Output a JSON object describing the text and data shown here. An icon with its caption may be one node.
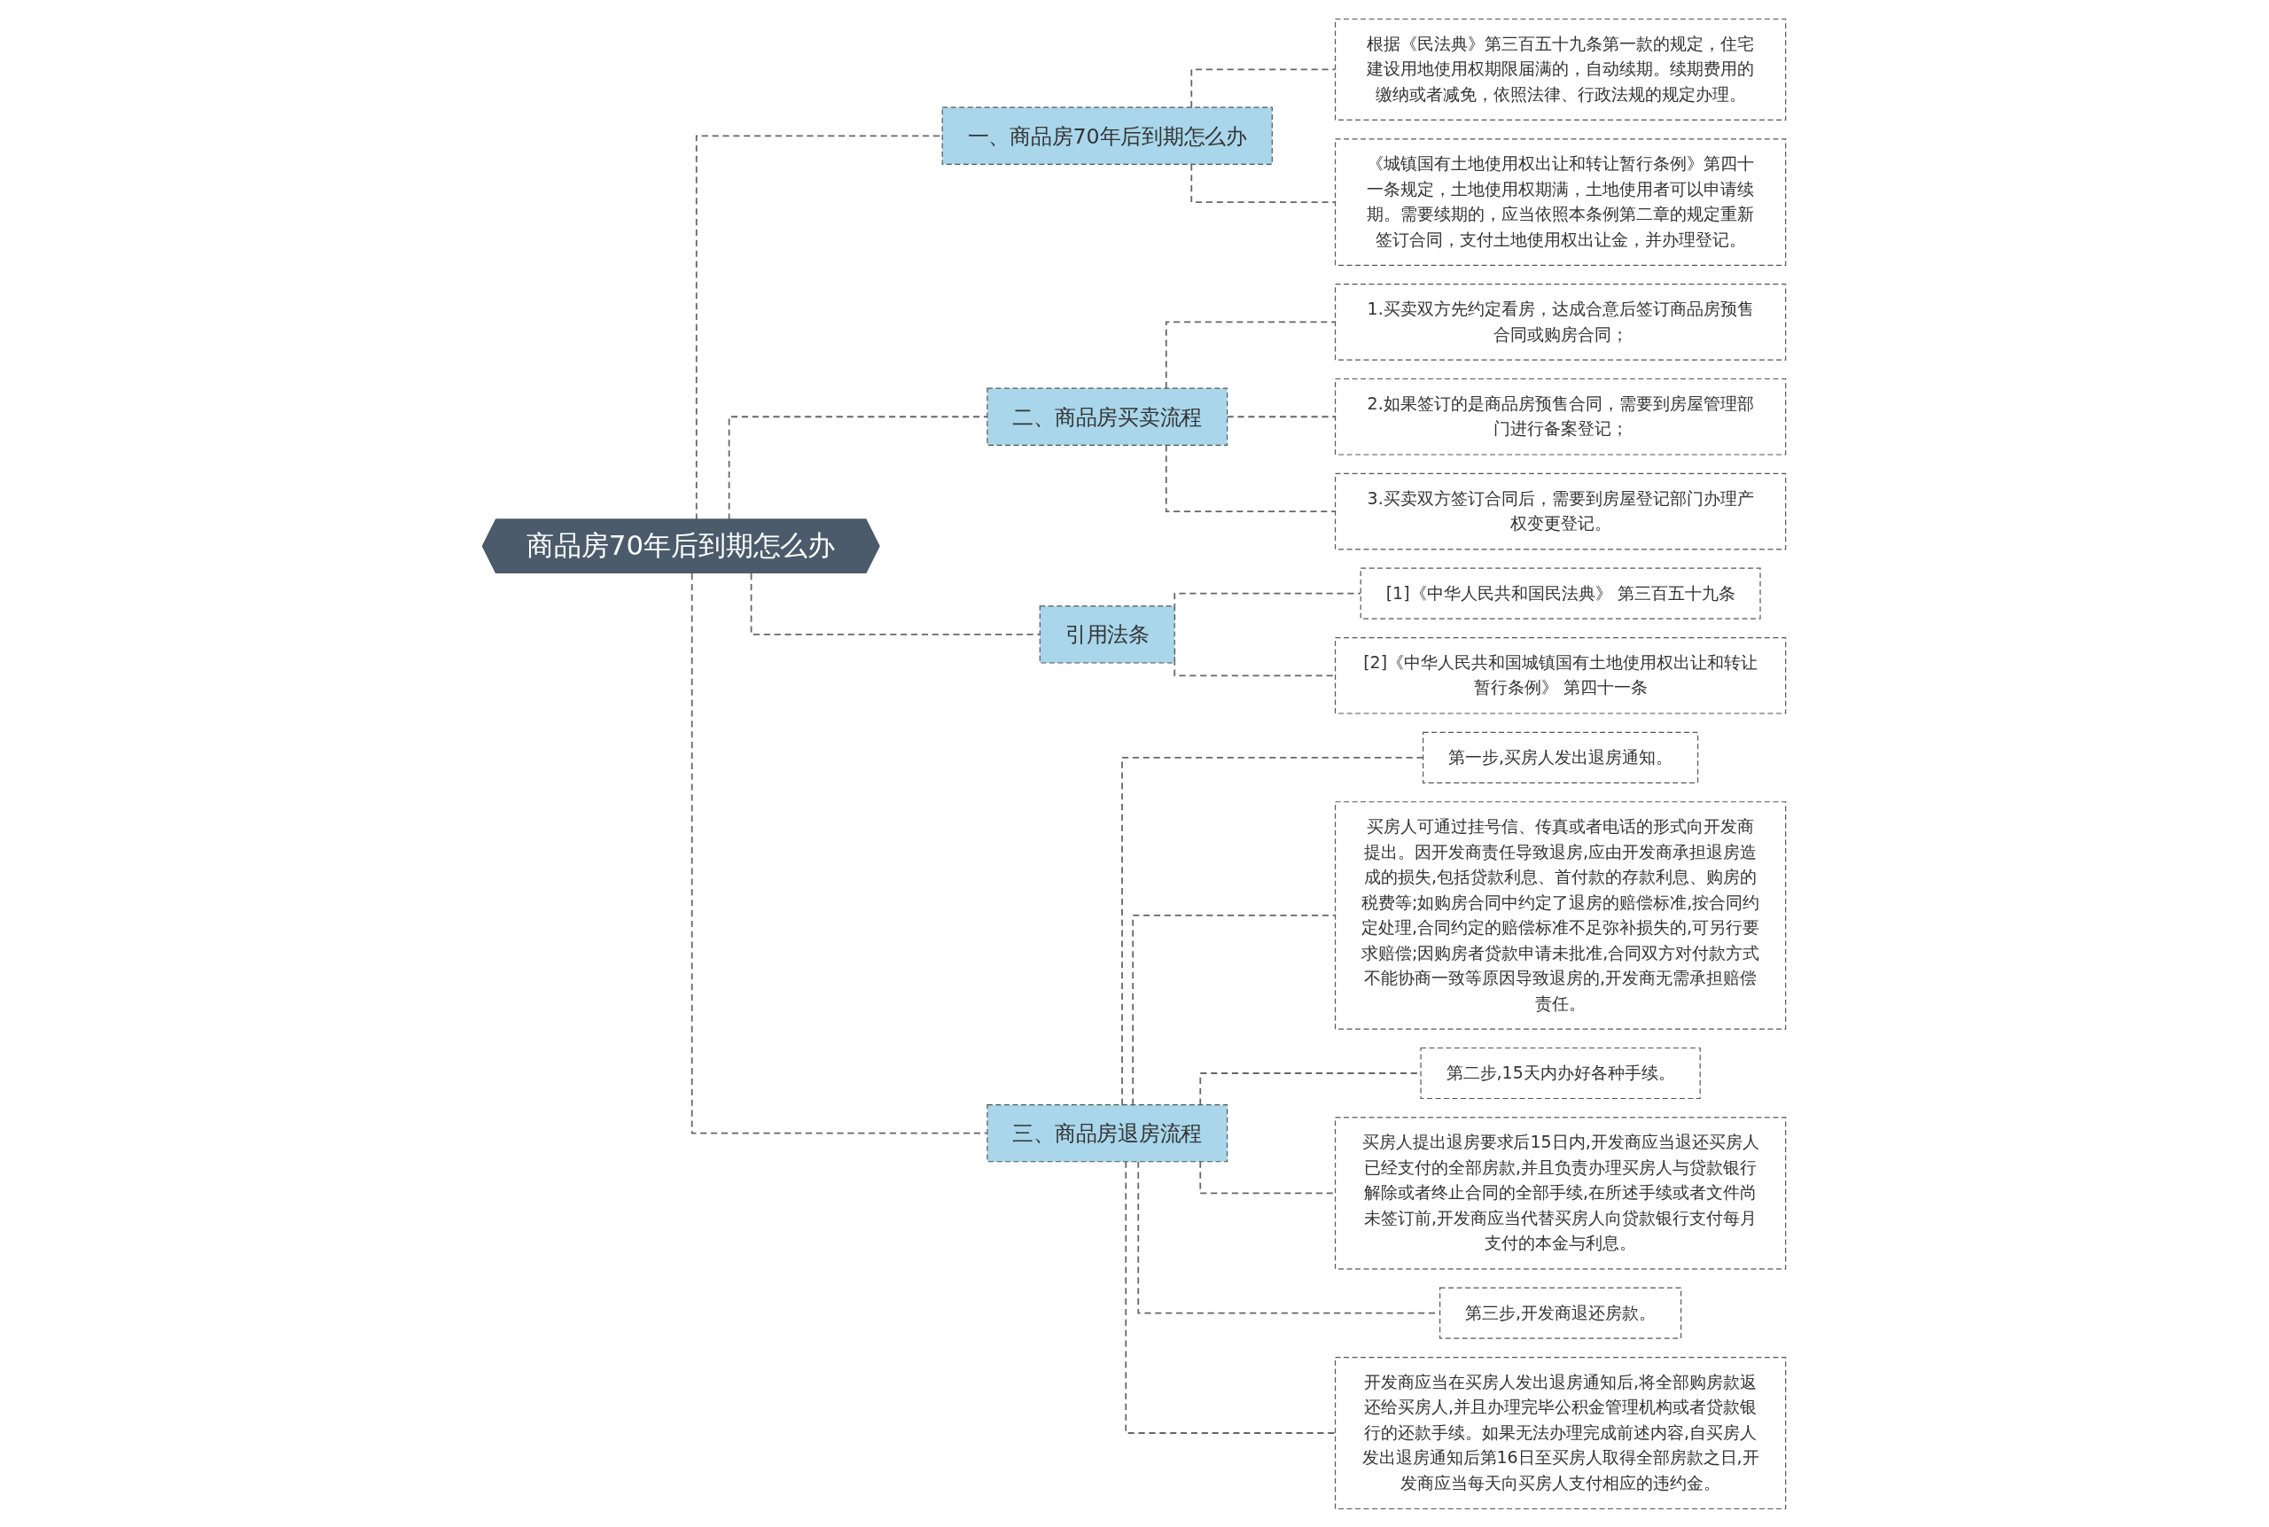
{
  "diagram": {
    "nodes": [
      {
        "text": [
          "商品房70年后到期怎么办"
        ]
      },
      {
        "text": [
          "一、商品房70年后到期怎么办"
        ]
      },
      {
        "text": [
          "根据《民法典》第三百五十九条第一款的规定，住宅建设用地使用权期限届满的，自动续期。续期费用的缴纳或者减免，依照法律、行政法规的规定办理。"
        ]
      },
      {
        "text": [
          "《城镇国有土地使用权出让和转让暂行条例》第四十一条规定，土地使用权期满，土地使用者可以申请续期。需要续期的，应当依照本条例第二章的规定重新签订合同，支付土地使用权出让金，并办理登记。"
        ]
      },
      {
        "text": [
          "二、商品房买卖流程"
        ]
      },
      {
        "text": [
          "1.买卖双方先约定看房，达成合意后签订商品房预售合同或购房合同；"
        ]
      },
      {
        "text": [
          "2.如果签订的是商品房预售合同，需要到房屋管理部门进行备案登记；"
        ]
      },
      {
        "text": [
          "3.买卖双方签订合同后，需要到房屋登记部门办理产权变更登记。"
        ]
      },
      {
        "text": [
          "引用法条"
        ]
      },
      {
        "text": [
          "[1]《中华人民共和国民法典》 第三百五十九条"
        ]
      },
      {
        "text": [
          "[2]《中华人民共和国城镇国有土地使用权出让和转让暂行条例》 第四十一条"
        ]
      },
      {
        "text": [
          "三、商品房退房流程"
        ]
      },
      {
        "text": [
          "第一步,买房人发出退房通知。"
        ]
      },
      {
        "text": [
          "买房人可通过挂号信、传真或者电话的形式向开发商提出。因开发商责任导致退房,应由开发商承担退房造成的损失,包括贷款利息、首付款的存款利息、购房的税费等;如购房合同中约定了退房的赔偿标准,按合同约定处理,合同约定的赔偿标准不足弥补损失的,可另行要求赔偿;因购房者贷款申请未批准,合同双方对付款方式不能协商一致等原因导致退房的,开发商无需承担赔偿责任。"
        ]
      },
      {
        "text": [
          "第二步,15天内办好各种手续。"
        ]
      },
      {
        "text": [
          "买房人提出退房要求后15日内,开发商应当退还买房人已经支付的全部房款,并且负责办理买房人与贷款银行解除或者终止合同的全部手续,在所述手续或者文件尚未签订前,开发商应当代替买房人向贷款银行支付每月支付的本金与利息。"
        ]
      },
      {
        "text": [
          "第三步,开发商退还房款。"
        ]
      },
      {
        "text": [
          "开发商应当在买房人发出退房通知后,将全部购房款返还给买房人,并且办理完毕公积金管理机构或者贷款银行的还款手续。如果无法办理完成前述内容,自买房人发出退房通知后第16日至买房人取得全部房款之日,开发商应当每天向买房人支付相应的违约金。"
        ]
      }
    ],
    "edges": [
      {
        "from": 0,
        "to": 1,
        "arrow": "none",
        "style": "dashed"
      },
      {
        "from": 1,
        "to": 2,
        "arrow": "none",
        "style": "dashed"
      },
      {
        "from": 1,
        "to": 3,
        "arrow": "none",
        "style": "dashed"
      },
      {
        "from": 0,
        "to": 4,
        "arrow": "none",
        "style": "dashed"
      },
      {
        "from": 4,
        "to": 5,
        "arrow": "none",
        "style": "dashed"
      },
      {
        "from": 4,
        "to": 6,
        "arrow": "none",
        "style": "dashed"
      },
      {
        "from": 4,
        "to": 7,
        "arrow": "none",
        "style": "dashed"
      },
      {
        "from": 0,
        "to": 8,
        "arrow": "none",
        "style": "dashed"
      },
      {
        "from": 8,
        "to": 9,
        "arrow": "none",
        "style": "dashed"
      },
      {
        "from": 8,
        "to": 10,
        "arrow": "none",
        "style": "dashed"
      },
      {
        "from": 0,
        "to": 11,
        "arrow": "none",
        "style": "dashed"
      },
      {
        "from": 11,
        "to": 12,
        "arrow": "none",
        "style": "dashed"
      },
      {
        "from": 11,
        "to": 13,
        "arrow": "none",
        "style": "dashed"
      },
      {
        "from": 11,
        "to": 14,
        "arrow": "none",
        "style": "dashed"
      },
      {
        "from": 11,
        "to": 15,
        "arrow": "none",
        "style": "dashed"
      },
      {
        "from": 11,
        "to": 16,
        "arrow": "none",
        "style": "dashed"
      },
      {
        "from": 11,
        "to": 17,
        "arrow": "none",
        "style": "dashed"
      }
    ]
  }
}
